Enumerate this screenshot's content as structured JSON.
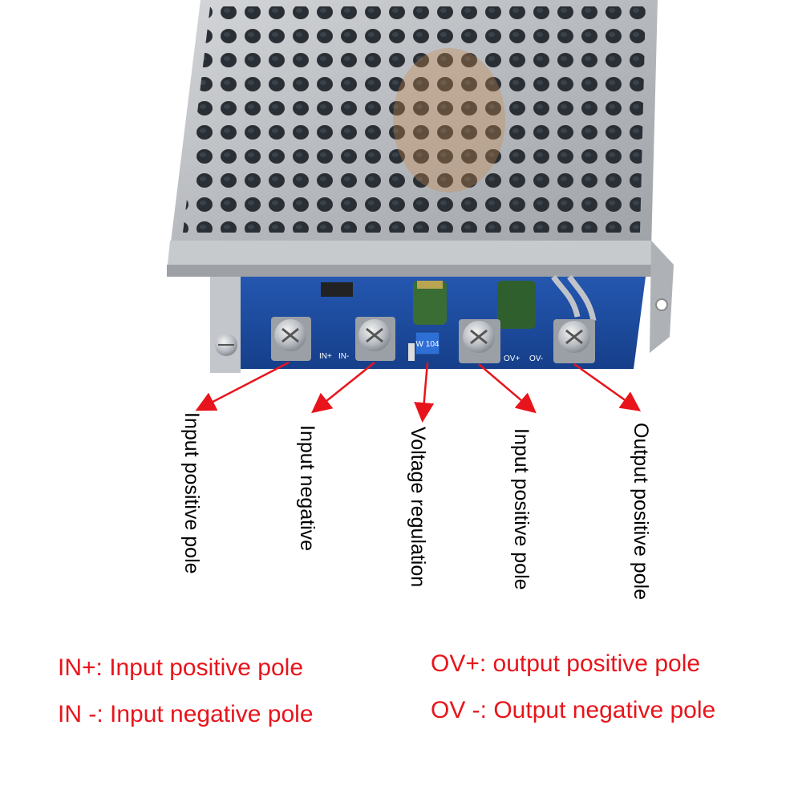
{
  "terminals": {
    "in_plus": "IN+",
    "in_minus": "IN-",
    "ov_plus": "OV+",
    "ov_minus": "OV-",
    "pot_marking": "W 104"
  },
  "callouts": [
    {
      "id": "input-positive",
      "label": "Input positive pole"
    },
    {
      "id": "input-negative",
      "label": "Input negative"
    },
    {
      "id": "voltage-regulation",
      "label": "Voltage regulation"
    },
    {
      "id": "output-input-positive",
      "label": "Input positive pole"
    },
    {
      "id": "output-positive",
      "label": "Output positive pole"
    }
  ],
  "legend": {
    "in_plus": "IN+: Input positive pole",
    "in_minus": "IN -: Input negative pole",
    "ov_plus": "OV+: output positive pole",
    "ov_minus": "OV -: Output negative pole"
  },
  "colors": {
    "arrow": "#e8141b",
    "legend_text": "#e8141b",
    "pcb": "#1e4fa6",
    "chassis": "#b9bcc0"
  }
}
